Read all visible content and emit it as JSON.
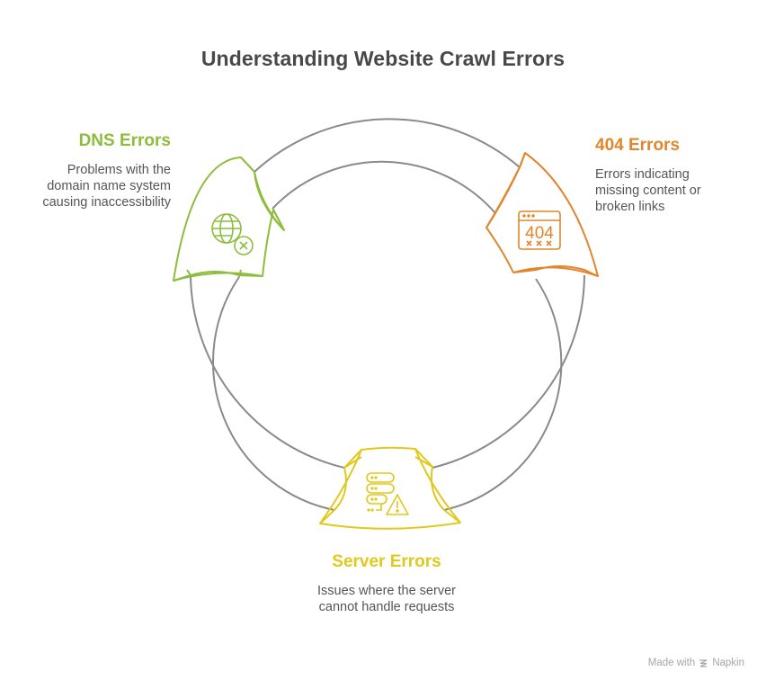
{
  "title": "Understanding Website Crawl Errors",
  "colors": {
    "ring": "#8a8a8a",
    "dns": "#8cbd3c",
    "e404": "#e0862d",
    "server": "#e0c81c",
    "text": "#555555",
    "title": "#484848"
  },
  "segments": [
    {
      "id": "dns",
      "heading": "DNS Errors",
      "description": "Problems with the domain name system causing inaccessibility",
      "icon": "globe-error-icon"
    },
    {
      "id": "e404",
      "heading": "404 Errors",
      "description": "Errors indicating missing content or broken links",
      "icon": "browser-404-icon"
    },
    {
      "id": "server",
      "heading": "Server Errors",
      "description": "Issues where the server cannot handle requests",
      "icon": "server-warning-icon"
    }
  ],
  "icon_text": {
    "code_404": "404"
  },
  "footer": {
    "made_with": "Made with",
    "brand": "Napkin"
  }
}
